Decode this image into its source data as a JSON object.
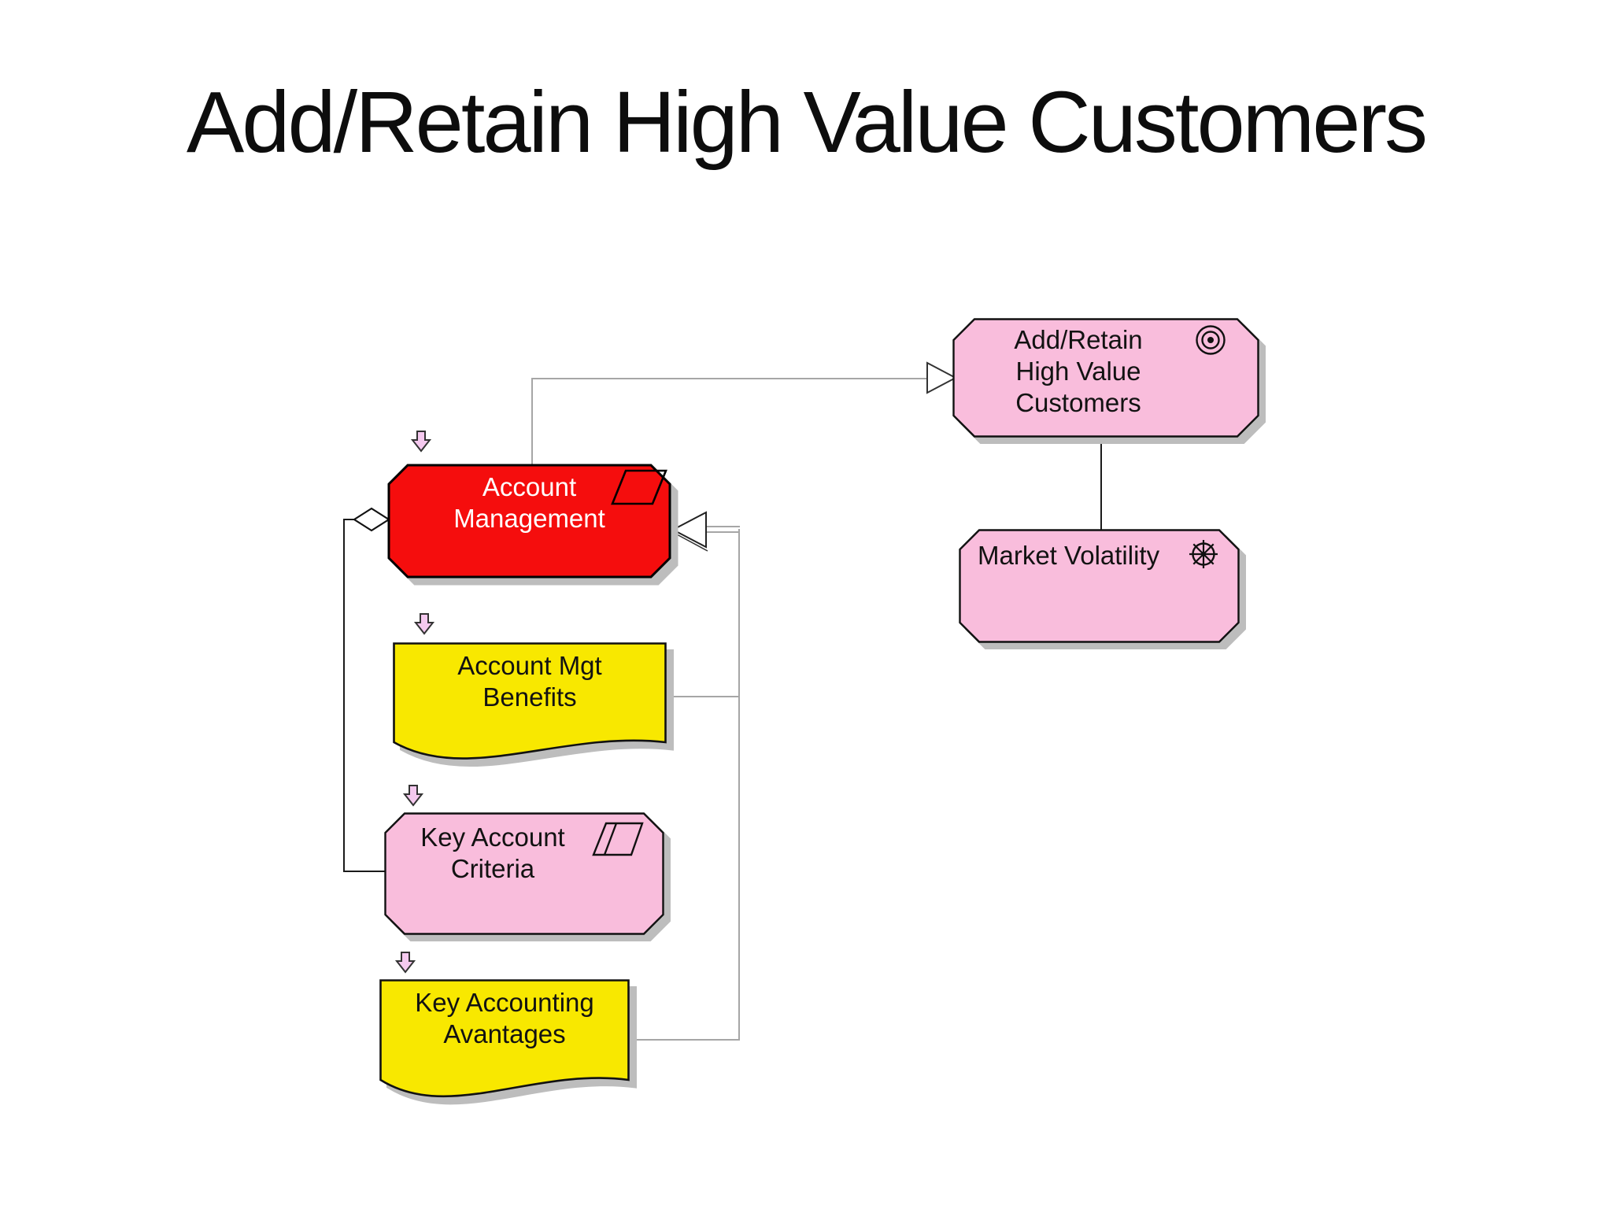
{
  "title": "Add/Retain High Value Customers",
  "nodes": {
    "goal": {
      "line1": "Add/Retain",
      "line2": "High Value",
      "line3": "Customers",
      "icon": "goal-icon"
    },
    "market": {
      "line1": "Market Volatility",
      "icon": "driver-icon"
    },
    "account": {
      "line1": "Account",
      "line2": "Management",
      "icon": "process-icon"
    },
    "benefits": {
      "line1": "Account Mgt",
      "line2": "Benefits"
    },
    "criteria": {
      "line1": "Key Account",
      "line2": "Criteria",
      "icon": "representation-icon"
    },
    "avantages": {
      "line1": "Key Accounting",
      "line2": "Avantages"
    }
  },
  "colors": {
    "pink": "#f9bddc",
    "red": "#f50d0d",
    "yellow": "#f8e800",
    "navpink": "#f5c9ef",
    "ink": "#121212",
    "shadow": "#bdbdbd",
    "line_gray": "#a6a6a6",
    "line_black": "#1a1a1a"
  }
}
